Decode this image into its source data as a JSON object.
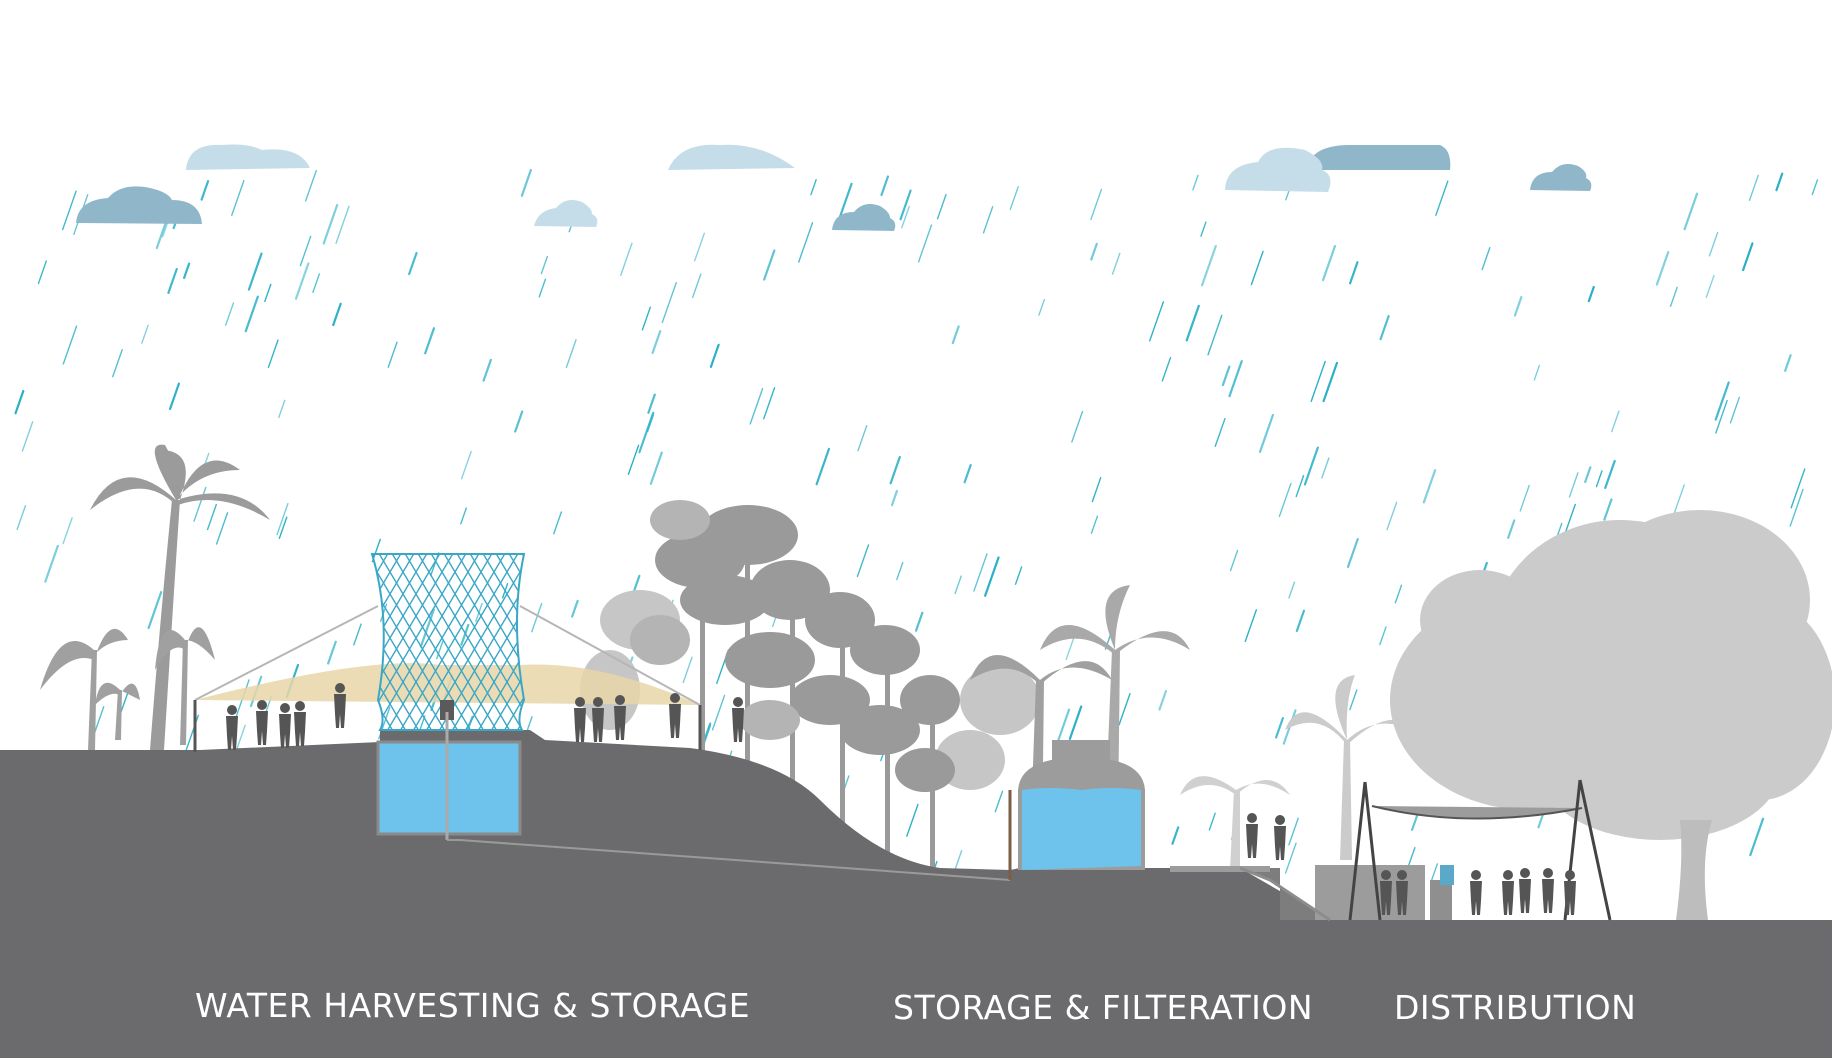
{
  "labels": {
    "water_harvesting": "WATER HARVESTING & STORAGE",
    "storage_filtration": "STORAGE & FILTERATION",
    "distribution": "DISTRIBUTION"
  },
  "colors": {
    "ground": "#6b6b6d",
    "rain": "#2ab0c6",
    "water": "#6ec3ec",
    "cloud_light": "#c5dde8",
    "cloud_dark": "#8fb7c9",
    "vegetation_dark": "#9b9b9b",
    "vegetation_light": "#cbcbcb",
    "canopy": "#e8d6a8",
    "tower_mesh": "#3aa7c7"
  },
  "icons": {
    "clouds": "cloud-icon",
    "trees": "palm-tree-icon",
    "people": "person-icon"
  }
}
